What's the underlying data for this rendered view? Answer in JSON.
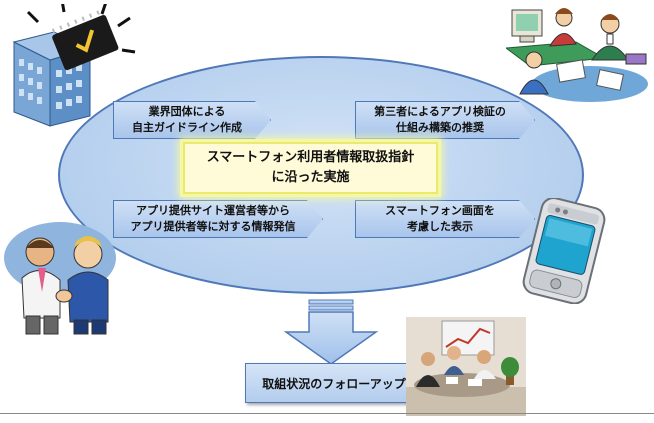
{
  "center_title": "スマートフォン利用者情報取扱指針\nに沿った実施",
  "boxes": {
    "industry": "業界団体による\n自主ガイドライン作成",
    "third_party": "第三者によるアプリ検証の\n仕組み構築の推奨",
    "app_providers": "アプリ提供サイト運営者等から\nアプリ提供者等に対する情報発信",
    "screen": "スマートフォン画面を\n考慮した表示"
  },
  "followup": "取組状況のフォローアップ",
  "illustrations": [
    "building-with-chip-icon",
    "office-workers-icon",
    "handshake-icon",
    "smartphone-icon",
    "meeting-photo-icon",
    "down-arrow-icon"
  ]
}
